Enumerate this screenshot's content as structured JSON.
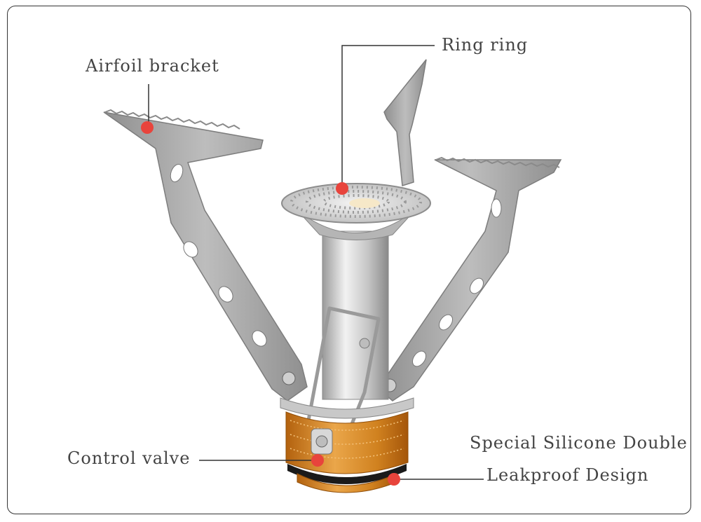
{
  "labels": {
    "airfoil_bracket": "Airfoil bracket",
    "ring_ring": "Ring ring",
    "control_valve": "Control valve",
    "silicone_line1": "Special Silicone Double",
    "silicone_line2": "Leakproof Design"
  },
  "colors": {
    "marker": "#e8443c",
    "leader": "#333333",
    "metal": "#a7a7a7",
    "metal_dark": "#8d8d8d",
    "base_orange": "#c87a1c",
    "base_orange_light": "#e4a046",
    "gasket": "#1a1a1a"
  }
}
